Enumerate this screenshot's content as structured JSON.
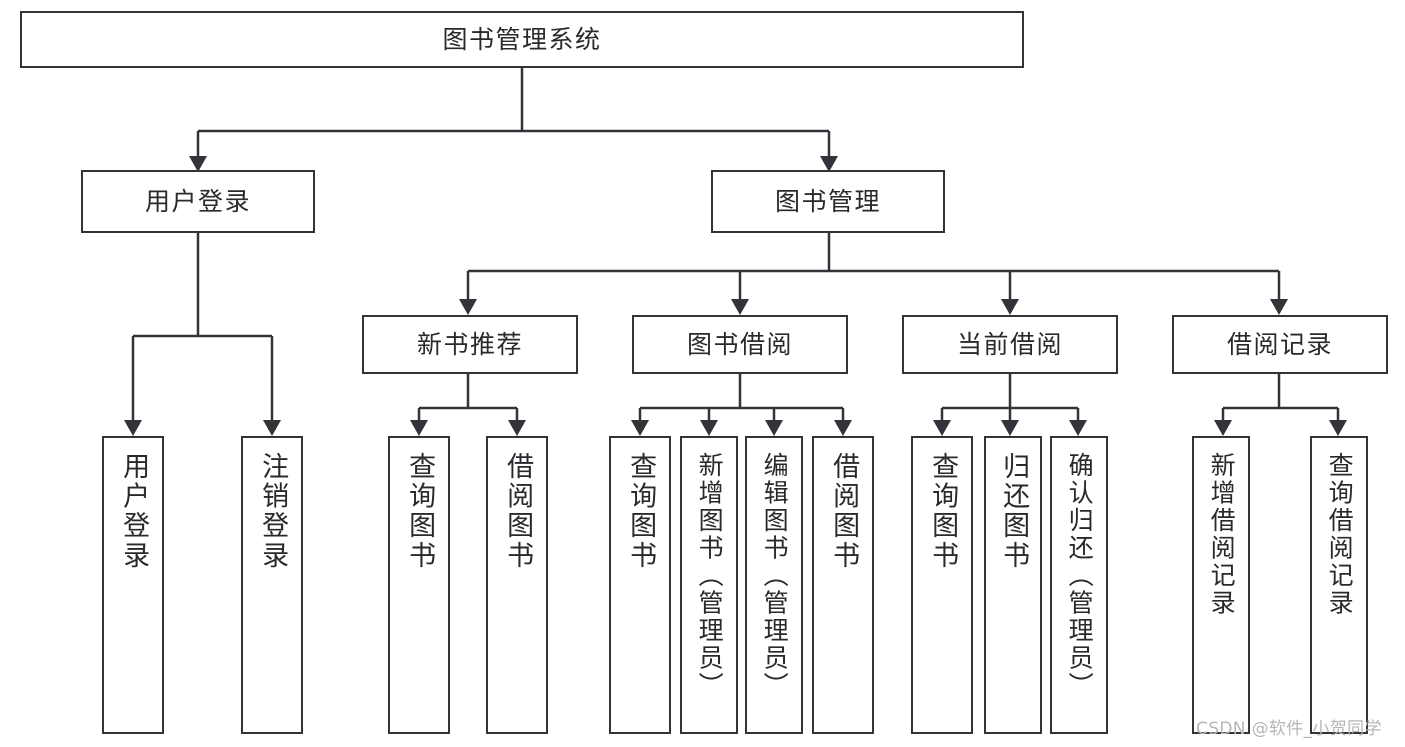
{
  "diagram": {
    "title": "图书管理系统",
    "type": "tree-hierarchy-diagram",
    "root": {
      "label": "图书管理系统"
    },
    "level2": [
      {
        "label": "用户登录"
      },
      {
        "label": "图书管理"
      }
    ],
    "level3": [
      {
        "label": "新书推荐"
      },
      {
        "label": "图书借阅"
      },
      {
        "label": "当前借阅"
      },
      {
        "label": "借阅记录"
      }
    ],
    "leaves": {
      "user_login": [
        {
          "label": "用户登录"
        },
        {
          "label": "注销登录"
        }
      ],
      "new_book_recommend": [
        {
          "label": "查询图书"
        },
        {
          "label": "借阅图书"
        }
      ],
      "book_borrow": [
        {
          "label": "查询图书"
        },
        {
          "label": "新增图书（管理员）"
        },
        {
          "label": "编辑图书（管理员）"
        },
        {
          "label": "借阅图书"
        }
      ],
      "current_borrow": [
        {
          "label": "查询图书"
        },
        {
          "label": "归还图书"
        },
        {
          "label": "确认归还（管理员）"
        }
      ],
      "borrow_record": [
        {
          "label": "新增借阅记录"
        },
        {
          "label": "查询借阅记录"
        }
      ]
    }
  },
  "watermark": {
    "text": "CSDN @软件_小贺同学"
  },
  "colors": {
    "stroke": "#33333a",
    "text": "#2a2a2e",
    "background": "#ffffff",
    "watermark": "#b6b6b6"
  }
}
